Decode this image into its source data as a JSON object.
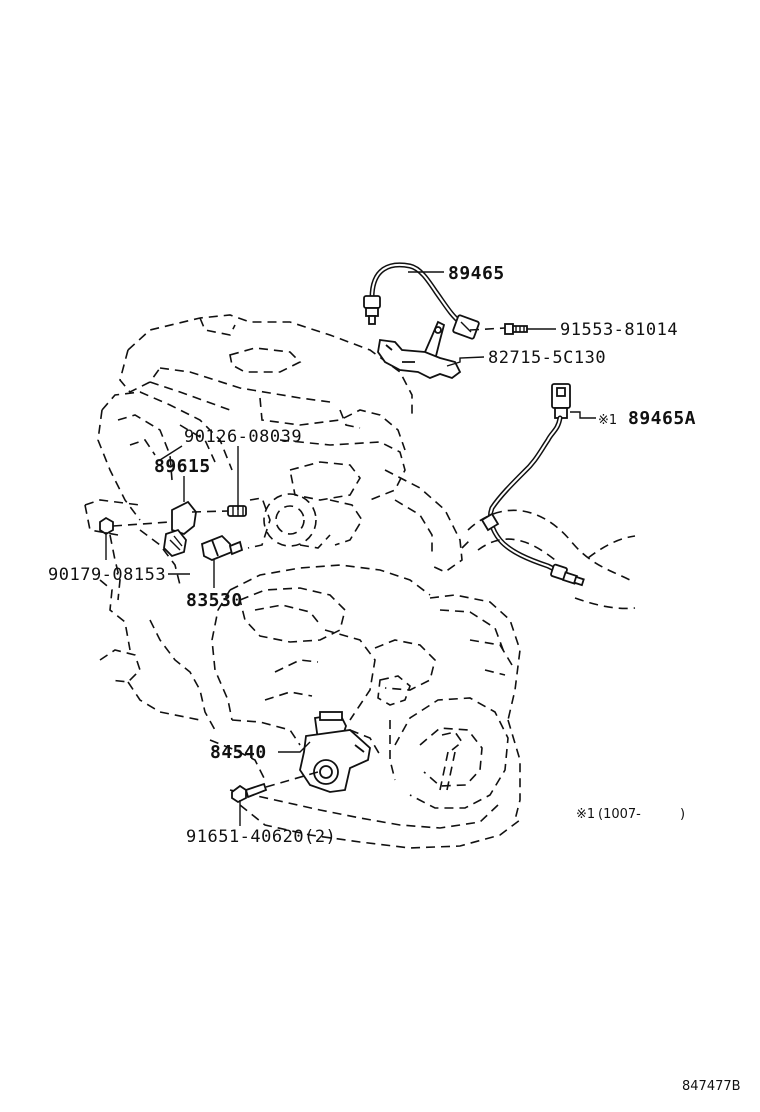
{
  "parts": {
    "p89465": "89465",
    "p91553": "91553-81014",
    "p82715": "82715-5C130",
    "p89465a": "89465A",
    "p90126": "90126-08039",
    "p89615": "89615",
    "p90179": "90179-08153",
    "p83530": "83530",
    "p84540": "84540",
    "p91651": "91651-40620(2)"
  },
  "notes": {
    "marker": "※1",
    "footnote_mark": "※1",
    "footnote_text": "(1007-",
    "footnote_close": ")"
  },
  "figure_id": "847477B"
}
